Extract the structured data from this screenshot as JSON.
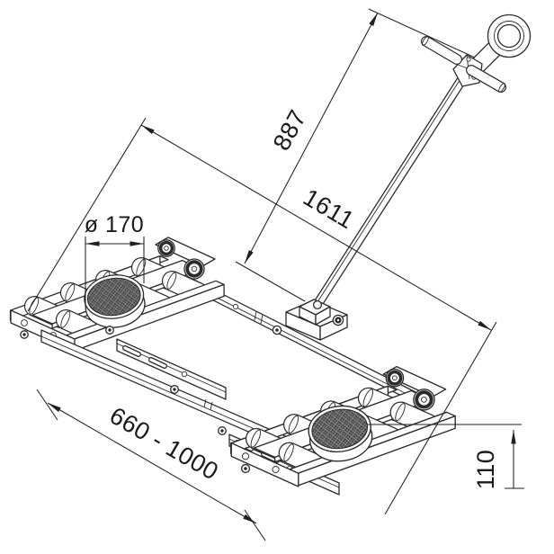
{
  "drawing": {
    "type": "isometric technical line drawing",
    "subject": "tandem machine-moving roller skate dolly with steering tow handle",
    "background": "#ffffff",
    "line_color": "#2b2b2b",
    "pad_fill": "#4c4c4c",
    "dimensions": {
      "handle_length": "887",
      "overall_length": "1611",
      "pad_diameter": "ø 170",
      "adjustable_track": "660 - 1000",
      "skate_height": "110"
    }
  }
}
